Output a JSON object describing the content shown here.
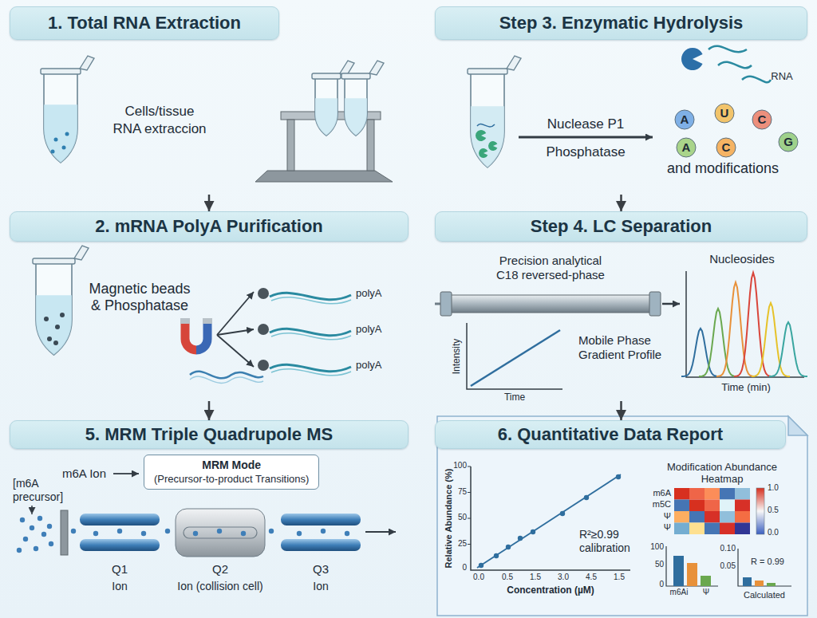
{
  "diagram": {
    "nodes": [
      {
        "text": [
          "1. Total RNA Extraction"
        ]
      },
      {
        "text": [
          "Step 3. Enzymatic Hydrolysis"
        ]
      },
      {
        "text": [
          "A"
        ],
        "in": 1
      },
      {
        "text": [
          "U"
        ],
        "in": 1
      },
      {
        "text": [
          "C"
        ],
        "in": 1
      },
      {
        "text": [
          "A"
        ],
        "in": 1
      },
      {
        "text": [
          "C"
        ],
        "in": 1
      },
      {
        "text": [
          "G"
        ],
        "in": 1
      },
      {
        "text": [
          "2. mRNA PolyA Purification"
        ]
      },
      {
        "text": [
          "Step 4. LC Separation"
        ]
      },
      {
        "text": [
          "5. MRM Triple Quadrupole MS"
        ]
      },
      {
        "text": [
          "MRM Mode",
          "(Precursor-to-product Transitions)"
        ],
        "in": 10
      },
      {
        "text": [
          "6. Quantitative Data Report"
        ]
      }
    ],
    "edges": [
      {
        "from": 0,
        "to": 8,
        "arrow": "to"
      },
      {
        "from": 8,
        "to": 10,
        "arrow": "to"
      },
      {
        "from": 1,
        "to": 9,
        "arrow": "to"
      },
      {
        "from": 9,
        "to": 12,
        "arrow": "to"
      }
    ],
    "labels": [
      "Cells/tissue",
      "RNA extraccion",
      "Magnetic beads & Phosphatase",
      "polyA",
      "polyA",
      "polyA",
      "m6A Ion",
      "[m6A precursor]",
      "Q1",
      "Q2",
      "Q3",
      "Ion",
      "Ion (collision cell)",
      "Ion",
      "Nuclease P1",
      "Phosphatase",
      "RNA",
      "and modifications",
      "Precision analytical C18 reversed-phase",
      "Intensity",
      "Time",
      "Mobile Phase Gradient Profile",
      "Nucleosides",
      "Time (min)",
      "100",
      "75",
      "50",
      "25",
      "0",
      "Relative Abundance (%)",
      "0.0",
      "0.5",
      "1.5",
      "3.0",
      "4.5",
      "1.5",
      "Concentration (µM)",
      "R²≥0.99 calibration",
      "Modification Abundance Heatmap",
      "m6A",
      "m5C",
      "Ψ",
      "Ψ",
      "1.0",
      "0.5",
      "0.0",
      "100",
      "50",
      "0",
      "m6Ai",
      "Ψ",
      "0.10",
      "0.05",
      "R = 0.99",
      "Calculated"
    ]
  }
}
